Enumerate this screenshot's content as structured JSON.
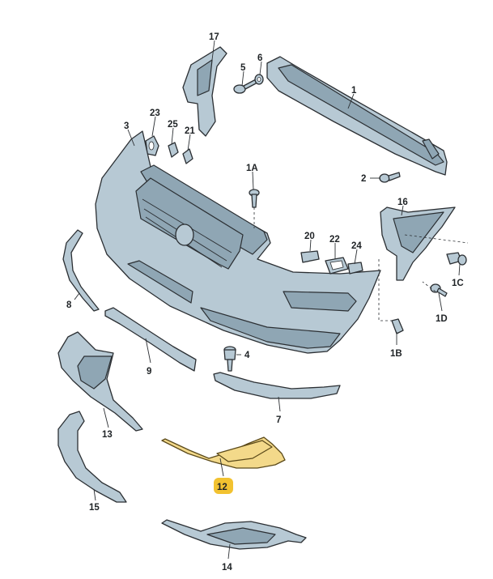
{
  "diagram": {
    "highlight_color": "#f2c230",
    "part_color": "#b7c9d4",
    "highlighted_part": "12",
    "callouts": {
      "c17": "17",
      "c5": "5",
      "c6": "6",
      "c1": "1",
      "c23": "23",
      "c25": "25",
      "c21": "21",
      "c3": "3",
      "c1A": "1A",
      "c2": "2",
      "c16": "16",
      "c20": "20",
      "c22": "22",
      "c24": "24",
      "c1C": "1C",
      "c8": "8",
      "c1D": "1D",
      "c4": "4",
      "c1B": "1B",
      "c9": "9",
      "c7": "7",
      "c13": "13",
      "c12": "12",
      "c15": "15",
      "c14": "14"
    }
  }
}
